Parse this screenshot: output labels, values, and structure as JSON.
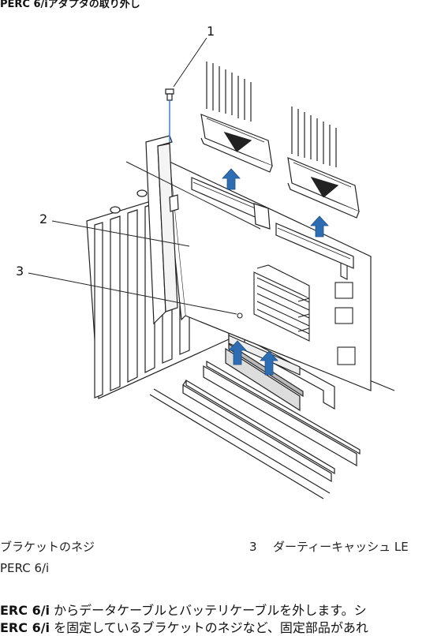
{
  "header": {
    "title": "PERC 6/iアダプタの取り外し"
  },
  "figure": {
    "callouts": [
      "1",
      "2",
      "3"
    ]
  },
  "legend": [
    {
      "label": "ブラケットのネジ"
    },
    {
      "label": "PERC 6/i"
    },
    {
      "number": "3",
      "label": "ダーティーキャッシュ LE"
    }
  ],
  "body": {
    "line1_bold": "ERC 6/i",
    "line1_rest": " からデータケーブルとバッテリケーブルを外します。シ",
    "line2_bold": "ERC 6/i",
    "line2_rest": " を固定しているブラケットのネジなど、固定部品があれ"
  }
}
